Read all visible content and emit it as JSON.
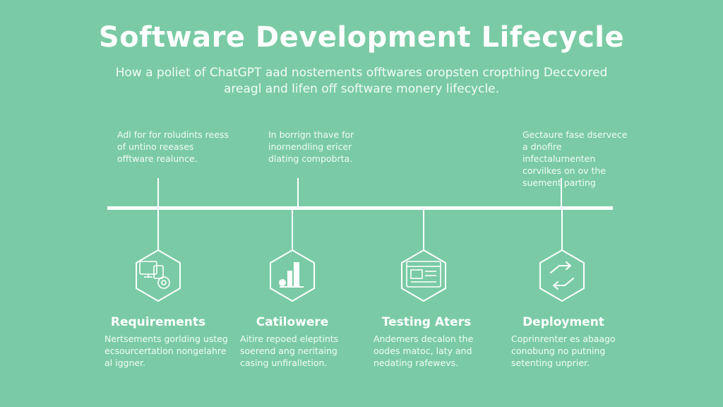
{
  "title": "Software Development Lifecycle",
  "subtitle": "How a poliet of ChatGPT aad nostements offtwares oropsten cropthing Deccvored areagl and lifen off software monery lifecycle.",
  "upper_notes": [
    "Adl for for roludints reess of untino reeases offtware realunce.",
    "In borrign thave for inornendling ericer dlating compobrta.",
    "Gectaure fase dservece a dnofire infectalurnenten corvilkes on ov the suement parting"
  ],
  "stages": [
    {
      "icon": "computer-icon",
      "title": "Requirements",
      "description": "Nertsements gorlding usteg ecsourcertation nongelahre al iggner."
    },
    {
      "icon": "bar-chart-icon",
      "title": "Catilowere",
      "description": "Aitire repoed eleptints soerend ang neritaing casing unfiralletion."
    },
    {
      "icon": "document-window-icon",
      "title": "Testing Aters",
      "description": "Andemers decalon the oodes matoc, laty and nedating rafewevs."
    },
    {
      "icon": "cycle-arrows-icon",
      "title": "Deployment",
      "description": "Coprinrenter es abaago conobung no putning setenting unprier."
    }
  ],
  "colors": {
    "background": "#7acba5",
    "foreground": "#ffffff"
  }
}
